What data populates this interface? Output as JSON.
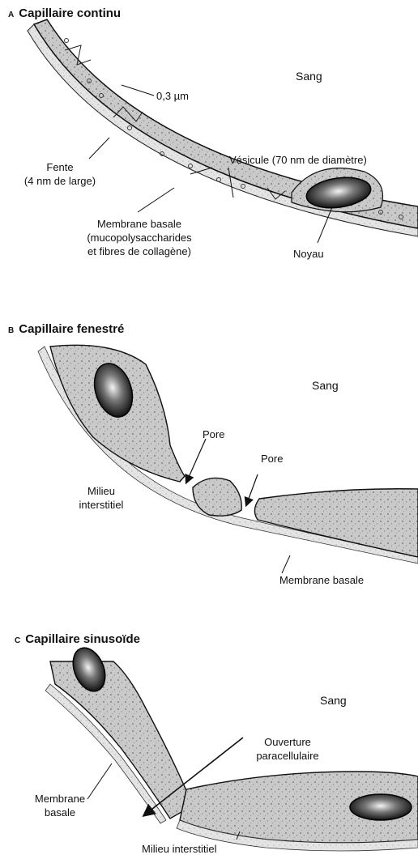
{
  "panelA": {
    "letter": "A",
    "title": "Capillaire continu",
    "labels": {
      "sang": "Sang",
      "thickness": "0,3 µm",
      "vesicle": "Vésicule (70 nm de diamètre)",
      "fente_1": "Fente",
      "fente_2": "(4 nm de large)",
      "membrane_1": "Membrane basale",
      "membrane_2": "(mucopolysaccharides",
      "membrane_3": "et fibres de collagène)",
      "noyau": "Noyau"
    }
  },
  "panelB": {
    "letter": "B",
    "title": "Capillaire fenestré",
    "labels": {
      "sang": "Sang",
      "pore_1": "Pore",
      "pore_2": "Pore",
      "milieu_1": "Milieu",
      "milieu_2": "interstitiel",
      "membrane": "Membrane basale"
    }
  },
  "panelC": {
    "letter": "C",
    "title": "Capillaire sinusoïde",
    "labels": {
      "sang": "Sang",
      "ouverture_1": "Ouverture",
      "ouverture_2": "paracellulaire",
      "membrane_1": "Membrane",
      "membrane_2": "basale",
      "milieu": "Milieu interstitiel"
    }
  }
}
